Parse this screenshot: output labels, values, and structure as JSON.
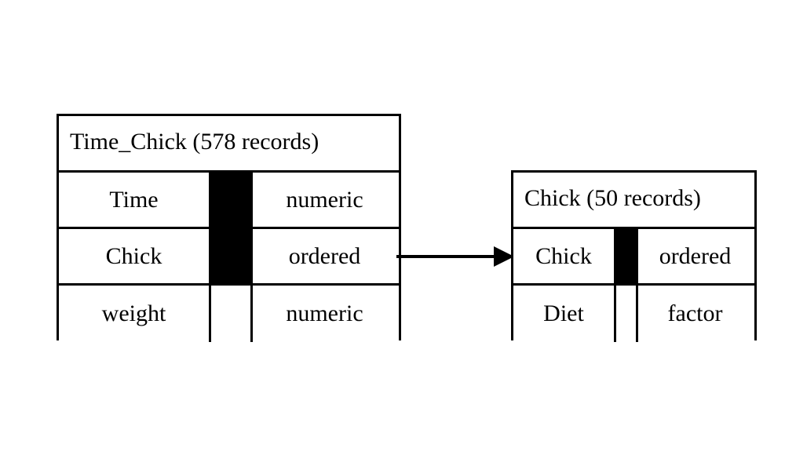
{
  "diagram": {
    "type": "entity-relationship-diagram",
    "background_color": "#ffffff",
    "line_color": "#000000",
    "entities": [
      {
        "id": "time-chick",
        "title": "Time_Chick (578 records)",
        "name": "Time_Chick",
        "record_count": "578 records",
        "fields": [
          {
            "name": "Time",
            "key": true,
            "type": "numeric"
          },
          {
            "name": "Chick",
            "key": true,
            "type": "ordered"
          },
          {
            "name": "weight",
            "key": false,
            "type": "numeric"
          }
        ]
      },
      {
        "id": "chick",
        "title": "Chick (50 records)",
        "name": "Chick",
        "record_count": "50 records",
        "fields": [
          {
            "name": "Chick",
            "key": true,
            "type": "ordered"
          },
          {
            "name": "Diet",
            "key": false,
            "type": "factor"
          }
        ]
      }
    ],
    "relationship": {
      "from_entity": "Time_Chick",
      "from_field": "Chick",
      "to_entity": "Chick",
      "to_field": "Chick",
      "marker": "arrow-head",
      "label": ""
    }
  }
}
